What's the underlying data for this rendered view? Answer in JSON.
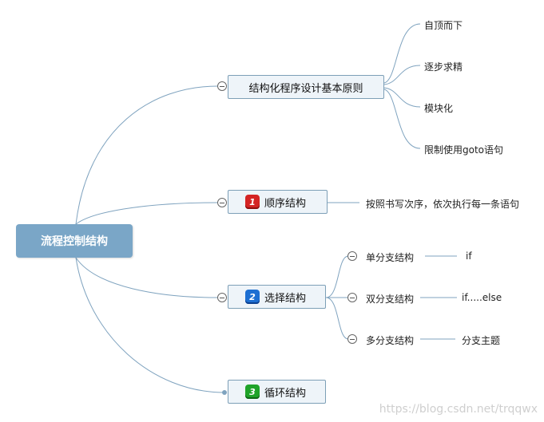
{
  "root": "流程控制结构",
  "branches": {
    "principles": {
      "label": "结构化程序设计基本原则",
      "children": [
        "自顶而下",
        "逐步求精",
        "模块化",
        "限制使用goto语句"
      ]
    },
    "sequence": {
      "badge": "1",
      "label": "顺序结构",
      "note": "按照书写次序，依次执行每一条语句"
    },
    "selection": {
      "badge": "2",
      "label": "选择结构",
      "children": [
        {
          "label": "单分支结构",
          "detail": "if"
        },
        {
          "label": "双分支结构",
          "detail": "if.....else"
        },
        {
          "label": "多分支结构",
          "detail": "分支主题"
        }
      ]
    },
    "loop": {
      "badge": "3",
      "label": "循环结构"
    }
  },
  "watermark": "https://blog.csdn.net/trqqwx",
  "colors": {
    "root_fill": "#7aa6c7",
    "node_fill": "#eef4f9",
    "line": "#7fa3bf"
  }
}
